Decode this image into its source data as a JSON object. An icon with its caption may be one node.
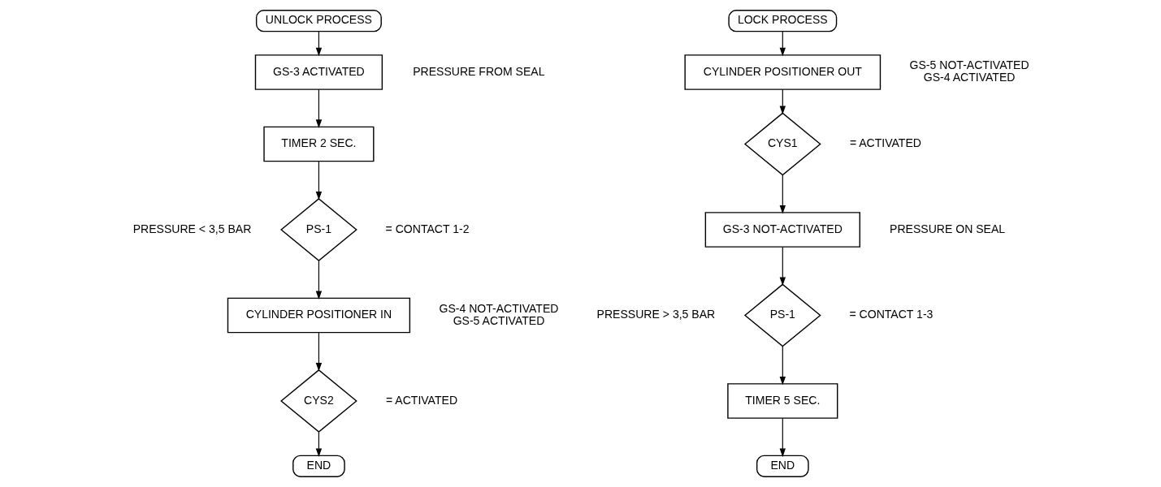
{
  "diagram": {
    "nodes": [
      {
        "text": [
          "UNLOCK PROCESS"
        ]
      },
      {
        "text": [
          "GS-3 ACTIVATED"
        ],
        "beside": [
          "PRESSURE FROM SEAL"
        ]
      },
      {
        "text": [
          "TIMER 2 SEC."
        ]
      },
      {
        "text": [
          "PS-1"
        ],
        "beside": [
          "PRESSURE < 3,5 BAR",
          "= CONTACT 1-2"
        ]
      },
      {
        "text": [
          "CYLINDER POSITIONER IN"
        ],
        "beside": [
          "GS-4 NOT-ACTIVATED",
          "GS-5 ACTIVATED"
        ]
      },
      {
        "text": [
          "CYS2"
        ],
        "beside": [
          "= ACTIVATED"
        ]
      },
      {
        "text": [
          "END"
        ]
      },
      {
        "text": [
          "LOCK PROCESS"
        ]
      },
      {
        "text": [
          "CYLINDER POSITIONER OUT"
        ],
        "beside": [
          "GS-5 NOT-ACTIVATED",
          "GS-4 ACTIVATED"
        ]
      },
      {
        "text": [
          "CYS1"
        ],
        "beside": [
          "= ACTIVATED"
        ]
      },
      {
        "text": [
          "GS-3 NOT-ACTIVATED"
        ],
        "beside": [
          "PRESSURE ON SEAL"
        ]
      },
      {
        "text": [
          "PS-1"
        ],
        "beside": [
          "PRESSURE > 3,5 BAR",
          "= CONTACT 1-3"
        ]
      },
      {
        "text": [
          "TIMER 5 SEC."
        ]
      },
      {
        "text": [
          "END"
        ]
      }
    ],
    "edges": [
      {
        "from": 0,
        "to": 1,
        "arrow": "to"
      },
      {
        "from": 1,
        "to": 2,
        "arrow": "to"
      },
      {
        "from": 2,
        "to": 3,
        "arrow": "to"
      },
      {
        "from": 3,
        "to": 4,
        "arrow": "to"
      },
      {
        "from": 4,
        "to": 5,
        "arrow": "to"
      },
      {
        "from": 5,
        "to": 6,
        "arrow": "to"
      },
      {
        "from": 7,
        "to": 8,
        "arrow": "to"
      },
      {
        "from": 8,
        "to": 9,
        "arrow": "to"
      },
      {
        "from": 9,
        "to": 10,
        "arrow": "to"
      },
      {
        "from": 10,
        "to": 11,
        "arrow": "to"
      },
      {
        "from": 11,
        "to": 12,
        "arrow": "to"
      },
      {
        "from": 12,
        "to": 13,
        "arrow": "to"
      }
    ]
  }
}
